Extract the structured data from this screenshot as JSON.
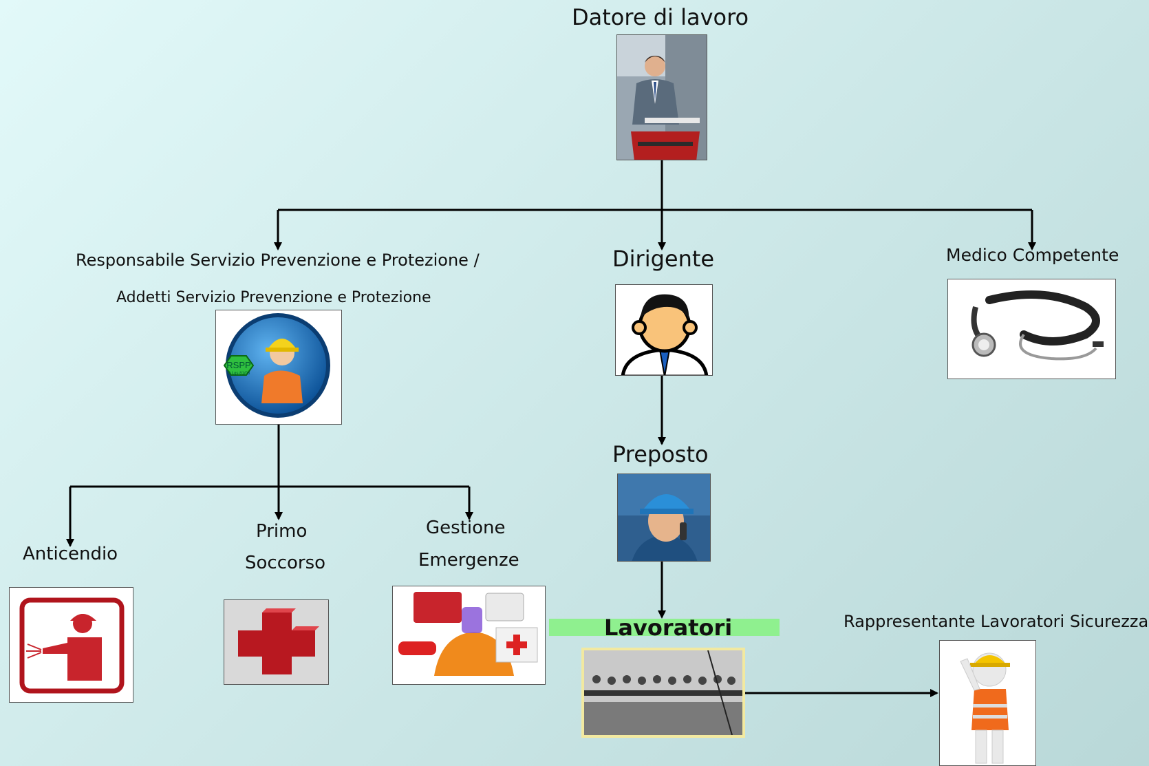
{
  "nodes": {
    "datore": "Datore di lavoro",
    "dirigente": "Dirigente",
    "preposto": "Preposto",
    "lavoratori": "Lavoratori",
    "rspp_line1": "Responsabile Servizio Prevenzione e Protezione /",
    "rspp_line2": "Addetti Servizio Prevenzione e Protezione",
    "medico": "Medico Competente",
    "anticendio": "Anticendio",
    "primo_line1": "Primo",
    "primo_line2": "Soccorso",
    "gestione_line1": "Gestione",
    "gestione_line2": "Emergenze",
    "rls": "Rappresentante Lavoratori  Sicurezza"
  },
  "badges": {
    "rspp": "RSPP",
    "rspp_sub": "D.Lgs 81/08"
  },
  "colors": {
    "background": "#d2ecec",
    "connector": "#000000",
    "lavoratori_highlight": "#8ff08f",
    "accent_red": "#c8242c",
    "accent_blue": "#1f6fbf"
  }
}
